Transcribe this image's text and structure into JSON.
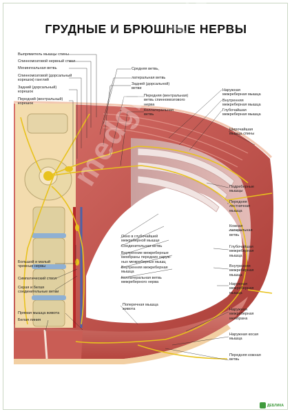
{
  "title": "ГРУДНЫЕ И БРЮШНЫЕ НЕРВЫ",
  "watermark": "medglazom.ru",
  "labels_left": [
    {
      "id": "l1",
      "text": "Выпрямитель мышцы спины"
    },
    {
      "id": "l2",
      "text": "Спинномозговой нервный ствол"
    },
    {
      "id": "l3",
      "text": "Менингеальная ветвь"
    },
    {
      "id": "l4",
      "text": "Спинномозговой (дорсальный\nкорешок) ганглий"
    },
    {
      "id": "l5",
      "text": "Задний (дорсальный)\nкорешок"
    },
    {
      "id": "l6",
      "text": "Передний (вентральный)\nкорешок"
    },
    {
      "id": "l7",
      "text": "Большой и малый\nчревные нервы"
    },
    {
      "id": "l8",
      "text": "Симпатический ствол"
    },
    {
      "id": "l9",
      "text": "Серая и белая\nсоединительные ветви"
    },
    {
      "id": "l10",
      "text": "Прямая мышца живота"
    },
    {
      "id": "l11",
      "text": "Белая линия"
    }
  ],
  "labels_center": [
    {
      "id": "c1",
      "text": "Средняя ветвь,"
    },
    {
      "id": "c2",
      "text": "латеральная ветвь"
    },
    {
      "id": "c3",
      "text": "Задней (дорсальной)\nветви"
    },
    {
      "id": "c4",
      "text": "Передняя (вентральная)\nветвь спинномозгового\nнерва"
    },
    {
      "id": "c5",
      "text": "Коллатеральная\nветвь"
    },
    {
      "id": "c6",
      "text": "Окно в глубочайшей\nмежреберной мышце"
    },
    {
      "id": "c7",
      "text": "Соединительная ветвь"
    },
    {
      "id": "c8",
      "text": "Внутренние межреберные\nмембраны передних наруж-\nных межреберных мышц"
    },
    {
      "id": "c9",
      "text": "Внутренняя межреберная\nмышца"
    },
    {
      "id": "c10",
      "text": "Коллатеральная ветвь\nмежреберного нерва"
    },
    {
      "id": "c11",
      "text": "Поперечная мышца\nживота"
    }
  ],
  "labels_right": [
    {
      "id": "r1",
      "text": "Наружная\nмежреберная мышца"
    },
    {
      "id": "r2",
      "text": "Внутренняя\nмежреберная мышца"
    },
    {
      "id": "r3",
      "text": "Глубочайшая\nмежреберная мышца"
    },
    {
      "id": "r4",
      "text": "Широчайшая\nмышца спины"
    },
    {
      "id": "r5",
      "text": "Подреберные\nмышцы"
    },
    {
      "id": "r6",
      "text": "Передняя\nлестничная\nмышца"
    },
    {
      "id": "r7",
      "text": "Кожная\nлатеральная\nветвь"
    },
    {
      "id": "r8",
      "text": "Глубочайшая\nмежреберная\nмышца"
    },
    {
      "id": "r9",
      "text": "Внутренняя\nмежреберная\nмышца"
    },
    {
      "id": "r10",
      "text": "Наружная\nмежреберная\nмышца"
    },
    {
      "id": "r11",
      "text": "Наружная\nмежреберная\nмембрана"
    },
    {
      "id": "r12",
      "text": "Наружная косая\nмышца"
    },
    {
      "id": "r13",
      "text": "Передняя кожная\nветвь"
    }
  ],
  "logo_text": "ДЕБЛИКА",
  "colors": {
    "muscle": "#c8584d",
    "muscle_light": "#e7a39a",
    "fat": "#f4d9a6",
    "nerve": "#e8c21d",
    "bone": "#e9ddb3",
    "vessel_red": "#b52828",
    "vessel_blue": "#4b62a8"
  }
}
